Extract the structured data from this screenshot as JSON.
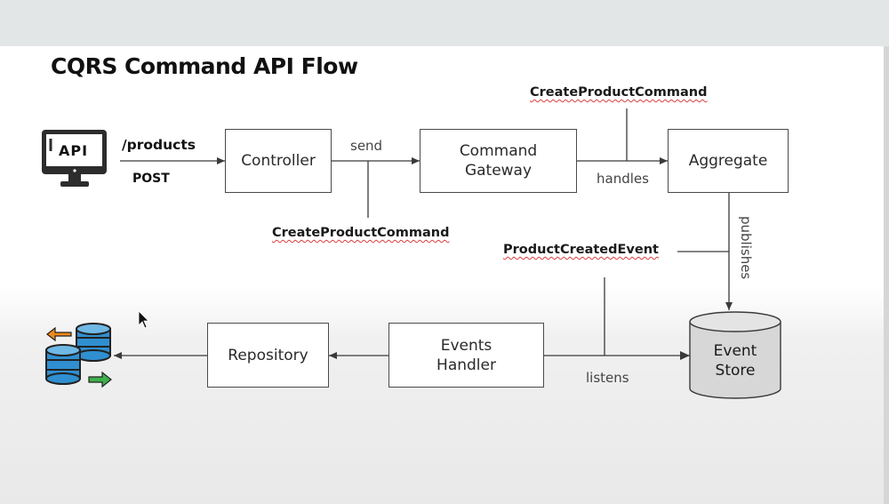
{
  "title": "CQRS Command API Flow",
  "nodes": {
    "controller": "Controller",
    "command_gateway": [
      "Command",
      "Gateway"
    ],
    "aggregate": "Aggregate",
    "event_store": [
      "Event",
      "Store"
    ],
    "events_handler": [
      "Events",
      "Handler"
    ],
    "repository": "Repository"
  },
  "edges": {
    "endpoint": "/products",
    "method": "POST",
    "send": "send",
    "handles": "handles",
    "publishes": "publishes",
    "listens": "listens"
  },
  "messages": {
    "command_top": "CreateProductCommand",
    "command_bottom": "CreateProductCommand",
    "event": "ProductCreatedEvent"
  },
  "icons": {
    "api_monitor": "API",
    "monitor_icon": "monitor-icon",
    "database_icon": "database-sync-icon",
    "cursor_icon": "mouse-pointer-icon"
  },
  "colors": {
    "underline": "#d94040",
    "db_blue": "#2f8fd0",
    "arrow_orange": "#f08a1c",
    "arrow_green": "#3db04b"
  }
}
